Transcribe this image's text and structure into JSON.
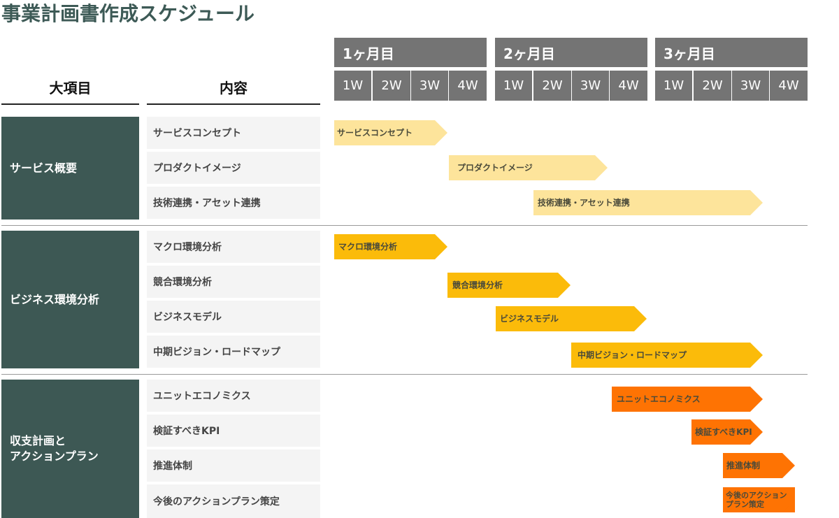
{
  "title": "事業計画書作成スケジュール",
  "headers": {
    "category": "大項目",
    "content": "内容"
  },
  "months": [
    {
      "label": "1ヶ月目",
      "weeks": [
        "1W",
        "2W",
        "3W",
        "4W"
      ]
    },
    {
      "label": "2ヶ月目",
      "weeks": [
        "1W",
        "2W",
        "3W",
        "4W"
      ]
    },
    {
      "label": "3ヶ月目",
      "weeks": [
        "1W",
        "2W",
        "3W",
        "4W"
      ]
    }
  ],
  "colors": {
    "title": "#3d5a56",
    "group_bg": "#3d5854",
    "header_bg": "#747474",
    "item_bg": "#f4f4f4",
    "phase1": "#fde49b",
    "phase2": "#fbbb0a",
    "phase3": "#fe7303"
  },
  "groups": [
    {
      "label": "サービス概要",
      "items": [
        "サービスコンセプト",
        "プロダクトイメージ",
        "技術連携・アセット連携"
      ]
    },
    {
      "label": "ビジネス環境分析",
      "items": [
        "マクロ環境分析",
        "競合環境分析",
        "ビジネスモデル",
        "中期ビジョン・ロードマップ"
      ]
    },
    {
      "label_line1": "収支計画と",
      "label_line2": "アクションプラン",
      "items": [
        "ユニットエコノミクス",
        "検証すべきKPI",
        "推進体制",
        "今後のアクションプラン策定"
      ]
    }
  ],
  "bars": [
    {
      "label": "サービスコンセプト",
      "color": "#fde49b"
    },
    {
      "label": "プロダクトイメージ",
      "color": "#fde49b"
    },
    {
      "label": "技術連携・アセット連携",
      "color": "#fde49b"
    },
    {
      "label": "マクロ環境分析",
      "color": "#fbbb0a"
    },
    {
      "label": "競合環境分析",
      "color": "#fbbb0a"
    },
    {
      "label": "ビジネスモデル",
      "color": "#fbbb0a"
    },
    {
      "label": "中期ビジョン・ロードマップ",
      "color": "#fbbb0a"
    },
    {
      "label": "ユニットエコノミクス",
      "color": "#fe7303"
    },
    {
      "label": "検証すべきKPI",
      "color": "#fe7303"
    },
    {
      "label": "推進体制",
      "color": "#fe7303"
    },
    {
      "label_line1": "今後のアクション",
      "label_line2": "プラン策定",
      "color": "#fe7303"
    }
  ],
  "chart_data": {
    "type": "gantt",
    "title": "事業計画書作成スケジュール",
    "time_axis": {
      "months": [
        "1ヶ月目",
        "2ヶ月目",
        "3ヶ月目"
      ],
      "weeks_per_month": [
        "1W",
        "2W",
        "3W",
        "4W"
      ],
      "unit": "week",
      "range": [
        0,
        12
      ]
    },
    "tasks": [
      {
        "group": "サービス概要",
        "task": "サービスコンセプト",
        "start_week": 0,
        "end_week": 3.0
      },
      {
        "group": "サービス概要",
        "task": "プロダクトイメージ",
        "start_week": 3.0,
        "end_week": 7.0
      },
      {
        "group": "サービス概要",
        "task": "技術連携・アセット連携",
        "start_week": 5.0,
        "end_week": 11.0
      },
      {
        "group": "ビジネス環境分析",
        "task": "マクロ環境分析",
        "start_week": 0,
        "end_week": 3.0
      },
      {
        "group": "ビジネス環境分析",
        "task": "競合環境分析",
        "start_week": 3.0,
        "end_week": 6.0
      },
      {
        "group": "ビジネス環境分析",
        "task": "ビジネスモデル",
        "start_week": 4.0,
        "end_week": 8.0
      },
      {
        "group": "ビジネス環境分析",
        "task": "中期ビジョン・ロードマップ",
        "start_week": 6.0,
        "end_week": 11.0
      },
      {
        "group": "収支計画とアクションプラン",
        "task": "ユニットエコノミクス",
        "start_week": 7.0,
        "end_week": 11.0
      },
      {
        "group": "収支計画とアクションプラン",
        "task": "検証すべきKPI",
        "start_week": 9.0,
        "end_week": 11.0
      },
      {
        "group": "収支計画とアクションプラン",
        "task": "推進体制",
        "start_week": 10.0,
        "end_week": 12.0
      },
      {
        "group": "収支計画とアクションプラン",
        "task": "今後のアクションプラン策定",
        "start_week": 10.0,
        "end_week": 12.0
      }
    ],
    "legend": [
      {
        "phase": "サービス概要",
        "color": "#fde49b"
      },
      {
        "phase": "ビジネス環境分析",
        "color": "#fbbb0a"
      },
      {
        "phase": "収支計画とアクションプラン",
        "color": "#fe7303"
      }
    ]
  }
}
